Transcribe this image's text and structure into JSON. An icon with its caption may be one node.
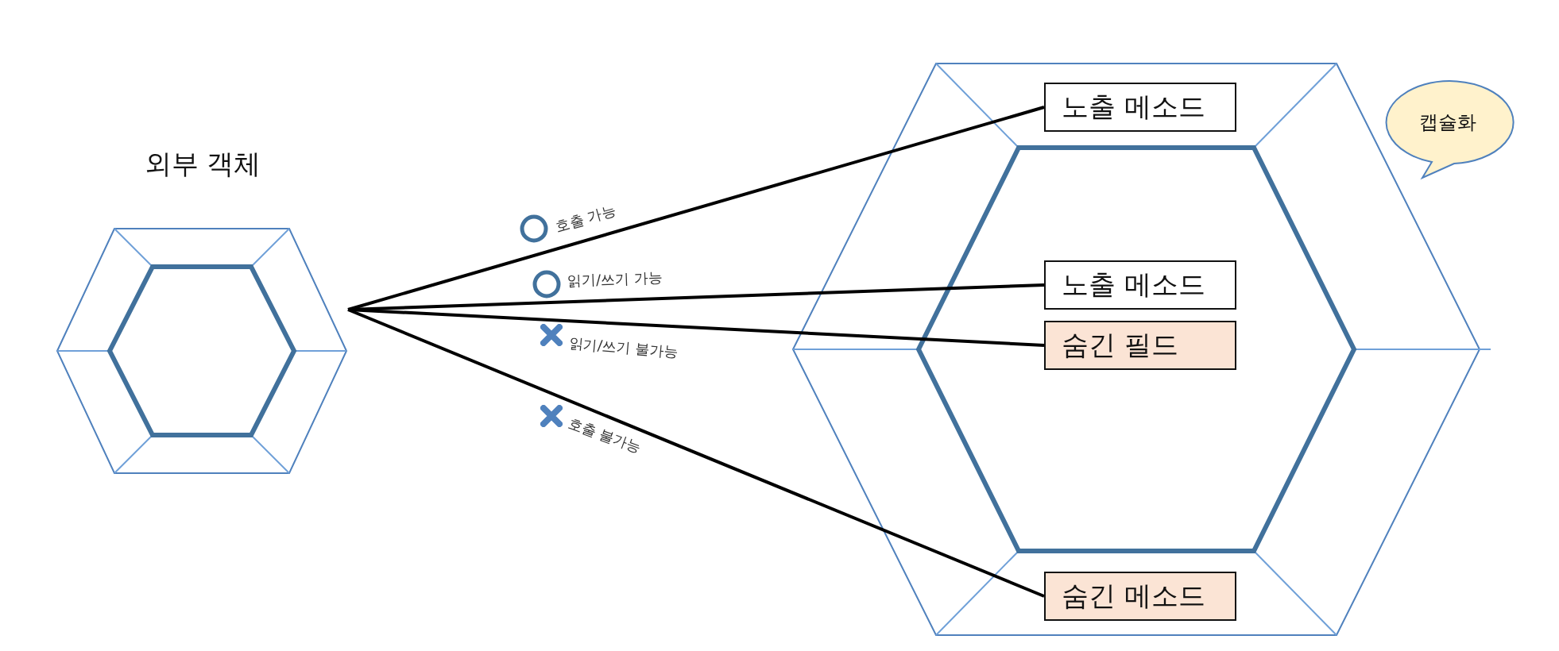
{
  "diagram": {
    "nodes": [
      {
        "text": [
          "외부 객체"
        ]
      },
      {
        "text": [],
        "shape": "hexagon"
      },
      {
        "text": [
          "노출 메소드"
        ],
        "in": 1
      },
      {
        "text": [
          "노출 메소드"
        ],
        "in": 1
      },
      {
        "text": [
          "숨긴 필드"
        ],
        "in": 1
      },
      {
        "text": [
          "숨긴 메소드"
        ],
        "in": 1
      },
      {
        "text": [
          "캡슐화"
        ]
      }
    ],
    "edges": [
      {
        "from": 0,
        "to": 2,
        "arrow": "none",
        "label": "호출 가능"
      },
      {
        "from": 0,
        "to": 3,
        "arrow": "none",
        "label": "읽기/쓰기 가능"
      },
      {
        "from": 0,
        "to": 4,
        "arrow": "none",
        "label": "읽기/쓰기 불가능"
      },
      {
        "from": 0,
        "to": 5,
        "arrow": "none",
        "label": "호출 불가능"
      }
    ]
  }
}
